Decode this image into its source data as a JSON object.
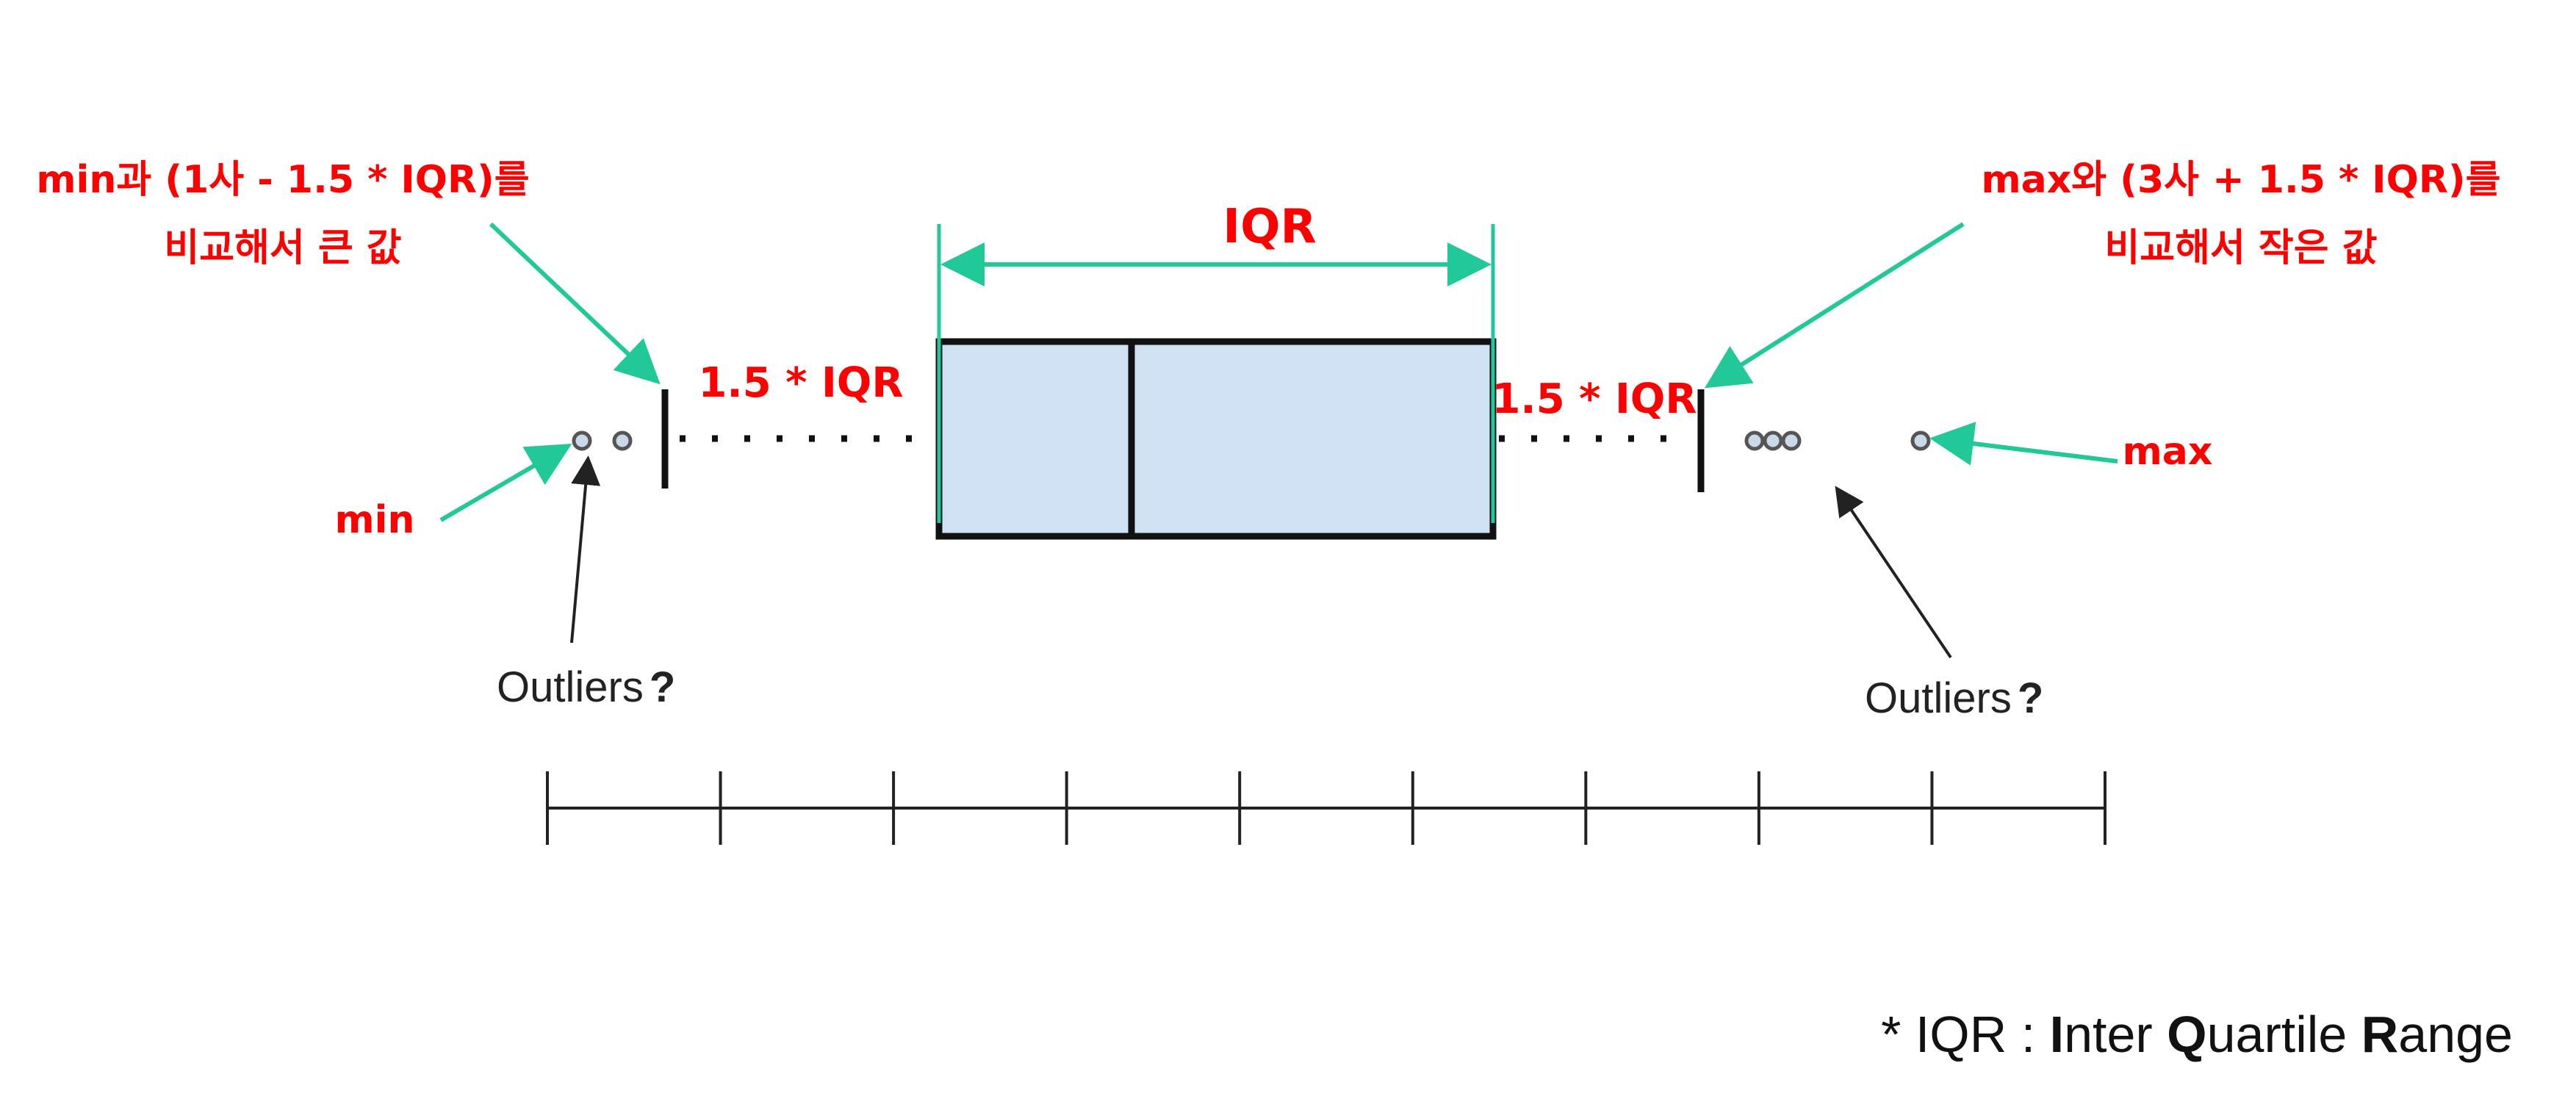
{
  "colors": {
    "accent_red": "#ff0000",
    "arrow_green": "#20c997",
    "box_fill": "#cfe2f3",
    "line_dark": "#111111"
  },
  "annotations": {
    "left_rule_line1": "min과 (1사 - 1.5 * IQR)를",
    "left_rule_line2": "비교해서 큰 값",
    "right_rule_line1": "max와 (3사 + 1.5 * IQR)를",
    "right_rule_line2": "비교해서 작은 값",
    "iqr_label": "IQR",
    "left_whisker_label": "1.5 * IQR",
    "right_whisker_label": "1.5 * IQR",
    "min_label": "min",
    "max_label": "max",
    "outliers_left_text": "Outliers",
    "outliers_left_mark": "?",
    "outliers_right_text": "Outliers",
    "outliers_right_mark": "?"
  },
  "axis": {
    "tick_count": 10
  },
  "footnote": {
    "prefix": "* IQR : ",
    "i_bold": "I",
    "i_rest": "nter ",
    "q_bold": "Q",
    "q_rest": "uartile ",
    "r_bold": "R",
    "r_rest": "ange"
  }
}
